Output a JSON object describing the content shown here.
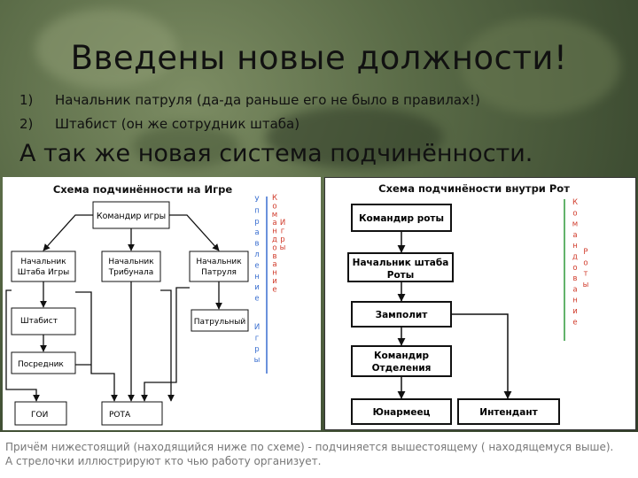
{
  "title": "Введены новые должности!",
  "list": [
    {
      "num": "1)",
      "text": "Начальник патруля (да-да раньше его не было в правилах!)"
    },
    {
      "num": "2)",
      "text": "Штабист (он же сотрудник штаба)"
    }
  ],
  "subtitle": "А так же новая система подчинённости.",
  "left_diagram": {
    "title": "Схема подчинённости на Игре",
    "boxes": {
      "commander": "Командир игры",
      "chief_staff": [
        "Начальник",
        "Штаба Игры"
      ],
      "chief_tribunal": [
        "Начальник",
        "Трибунала"
      ],
      "chief_patrol": [
        "Начальник",
        "Патруля"
      ],
      "staffer": "Штабист",
      "mediator": "Посредник",
      "patrol": "Патрульный",
      "goi": "ГОИ",
      "rota": "РОТА"
    },
    "vertical_blue_1": "Управление",
    "vertical_blue_2": "Игры",
    "vertical_red": "Командование",
    "vertical_red_col2": "Игры"
  },
  "right_diagram": {
    "title": "Схема подчинёности внутри Рот",
    "boxes": {
      "company_commander": "Командир роты",
      "chief_staff": [
        "Начальник штаба",
        "Роты"
      ],
      "zampolit": "Замполит",
      "squad_commander": [
        "Командир",
        "Отделения"
      ],
      "yunarmeets": "Юнармеец",
      "intendant": "Интендант"
    },
    "vertical_command": "Командование",
    "vertical_roty": "Роты"
  },
  "footer": {
    "line1": "Причём нижестоящий (находящийся ниже по схеме) - подчиняется вышестоящему ( находящемуся выше).",
    "line2": "А стрелочки иллюстрируют кто чью работу организует."
  },
  "colors": {
    "accent_blue": "#3a6fd0",
    "accent_red": "#d03a2a",
    "accent_green": "#2f9a3a",
    "text_dark": "#111111"
  }
}
